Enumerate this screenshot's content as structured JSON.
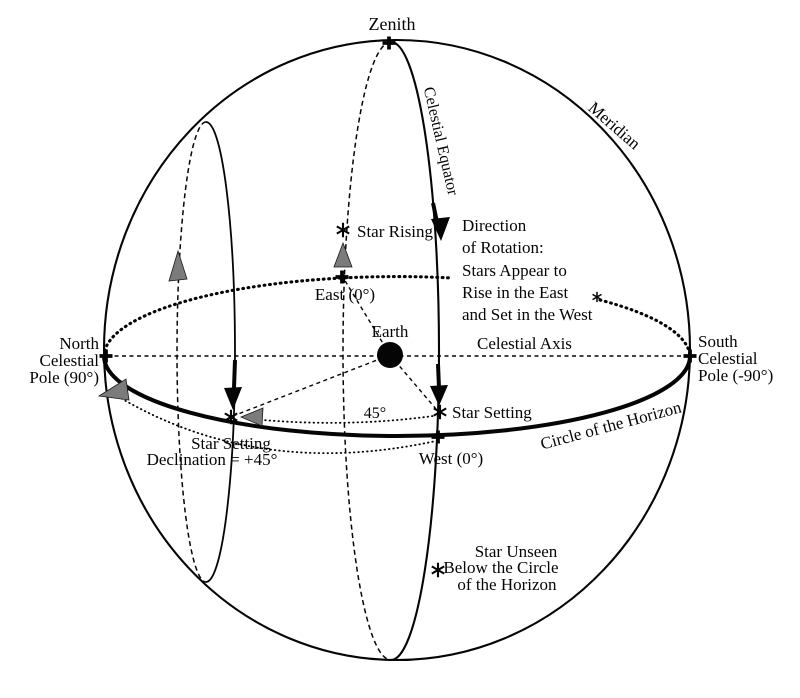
{
  "labels": {
    "zenith": "Zenith",
    "meridian": "Meridian",
    "celestial_equator": "Celestial Equator",
    "star_rising": "Star Rising",
    "east": "East (0°)",
    "earth": "Earth",
    "celestial_axis": "Celestial Axis",
    "angle": "45°",
    "star_setting": "Star Setting",
    "west": "West (0°)",
    "circle_of_horizon": "Circle of the Horizon"
  },
  "north_pole": {
    "lines": [
      "North",
      "Celestial",
      "Pole (90°)"
    ]
  },
  "south_pole": {
    "lines": [
      "South",
      "Celestial",
      "Pole (-90°)"
    ]
  },
  "direction_note": {
    "lines": [
      "Direction",
      "of Rotation:",
      "Stars Appear to",
      "Rise in the East",
      "and Set in the West"
    ]
  },
  "star_setting_note": {
    "lines": [
      "Star Setting",
      "Declination = +45°"
    ]
  },
  "star_unseen_note": {
    "lines": [
      "Star Unseen",
      "Below the Circle",
      "of the Horizon"
    ]
  },
  "colors": {
    "ink": "#050505",
    "gray_arrow": "#7b7b7b",
    "background": "#ffffff"
  }
}
